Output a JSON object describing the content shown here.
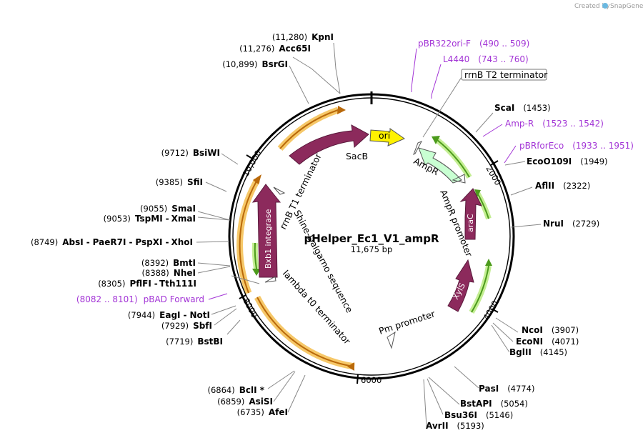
{
  "title": "pHelper_Ec1_V1_ampR",
  "subtitle": "11,675 bp",
  "credit": {
    "prefix": "Created by",
    "brand": "SnapGene"
  },
  "colors": {
    "feature_maroon": "#8c2a5c",
    "ori_yellow": "#fff200",
    "ampr_green": "#c8ffd2",
    "terminator_halo": "#f6c869",
    "terminator_arc": "#b9690a",
    "promoter_halo": "#c4ee93",
    "promoter_arc": "#4c9b1c",
    "primer_purple": "#a335d6"
  },
  "ticks": [
    "2000",
    "4000",
    "6000",
    "8000",
    "10,000"
  ],
  "enzymes": {
    "kpni": {
      "name": "KpnI",
      "pos": "(11,280)"
    },
    "acc65i": {
      "name": "Acc65I",
      "pos": "(11,276)"
    },
    "bsrgi": {
      "name": "BsrGI",
      "pos": "(10,899)"
    },
    "bsiwi": {
      "name": "BsiWI",
      "pos": "(9712)"
    },
    "sfii": {
      "name": "SfiI",
      "pos": "(9385)"
    },
    "smai": {
      "name": "SmaI",
      "pos": "(9055)"
    },
    "tspmi": {
      "name": "TspMI",
      "pos": "(9053)",
      "pair": "XmaI"
    },
    "absi": {
      "name": "AbsI",
      "pos": "(8749)",
      "others": [
        "PaeR7I",
        "PspXI",
        "XhoI"
      ]
    },
    "bmti": {
      "name": "BmtI",
      "pos": "(8392)"
    },
    "nhei": {
      "name": "NheI",
      "pos": "(8388)"
    },
    "pflfi": {
      "name": "PflFI",
      "pos": "(8305)",
      "pair": "Tth111I"
    },
    "eagi": {
      "name": "EagI",
      "pos": "(7944)",
      "pair": "NotI"
    },
    "sbfi": {
      "name": "SbfI",
      "pos": "(7929)"
    },
    "bstbi": {
      "name": "BstBI",
      "pos": "(7719)"
    },
    "bcli": {
      "name": "BclI *",
      "pos": "(6864)"
    },
    "asisi": {
      "name": "AsiSI",
      "pos": "(6859)"
    },
    "afei": {
      "name": "AfeI",
      "pos": "(6735)"
    },
    "scai": {
      "name": "ScaI",
      "pos": "(1453)"
    },
    "ecoo109i": {
      "name": "EcoO109I",
      "pos": "(1949)"
    },
    "aflii": {
      "name": "AflII",
      "pos": "(2322)"
    },
    "nrui": {
      "name": "NruI",
      "pos": "(2729)"
    },
    "ncoi": {
      "name": "NcoI",
      "pos": "(3907)"
    },
    "econi": {
      "name": "EcoNI",
      "pos": "(4071)"
    },
    "bglii": {
      "name": "BglII",
      "pos": "(4145)"
    },
    "pasi": {
      "name": "PasI",
      "pos": "(4774)"
    },
    "bstapi": {
      "name": "BstAPI",
      "pos": "(5054)"
    },
    "bsu36i": {
      "name": "Bsu36I",
      "pos": "(5146)"
    },
    "avrii": {
      "name": "AvrII",
      "pos": "(5193)"
    }
  },
  "primers": {
    "pbr322ori": {
      "name": "pBR322ori-F",
      "range": "(490 .. 509)"
    },
    "l4440": {
      "name": "L4440",
      "range": "(743 .. 760)"
    },
    "ampr": {
      "name": "Amp-R",
      "range": "(1523 .. 1542)"
    },
    "pbrforeco": {
      "name": "pBRforEco",
      "range": "(1933 .. 1951)"
    },
    "pbad": {
      "name": "pBAD Forward",
      "range": "(8082 .. 8101)"
    }
  },
  "features": {
    "rrnb_t2": "rrnB T2 terminator",
    "ori": "ori",
    "sacb": "SacB",
    "ampr": "AmpR",
    "ampr_promoter": "AmpR promoter",
    "arac": "araC",
    "xyls": "XylS",
    "pm_promoter": "Pm promoter",
    "lambda_t0": "lambda t0 terminator",
    "shine_dalgarno": "Shine-Dalgarno sequence",
    "rrnb_t1": "rrnB T1 terminator",
    "bxb1": "Bxb1 integrase"
  }
}
